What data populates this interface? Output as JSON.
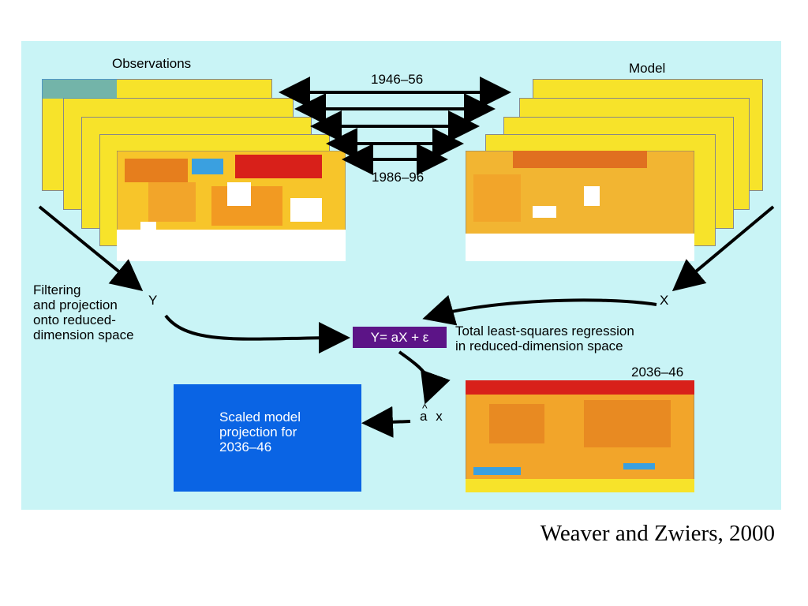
{
  "labels": {
    "observations": "Observations",
    "model": "Model",
    "period_top": "1946–56",
    "period_bottom": "1986–96",
    "filtering": [
      "Filtering",
      "and projection",
      "onto reduced-",
      "dimension space"
    ],
    "y_var": "Y",
    "x_var": "X",
    "equation": "Y= aX + ε",
    "regression": [
      "Total least-squares regression",
      "in reduced-dimension space"
    ],
    "future_period": "2036–46",
    "scaled_box": [
      "Scaled model",
      "projection for",
      "2036–46"
    ],
    "ahat_glyph": "^",
    "ahat_letter": "a",
    "ahat_x": "x"
  },
  "citation": "Weaver and Zwiers, 2000",
  "colors": {
    "panel_bg": "#c9f4f6",
    "scaled_box": "#0a64e4",
    "equation_box": "#5c1487",
    "map_orange": "#f2a52a",
    "map_yellow": "#f7e32a",
    "map_red": "#d8201a",
    "map_blue": "#3aa0e0"
  }
}
